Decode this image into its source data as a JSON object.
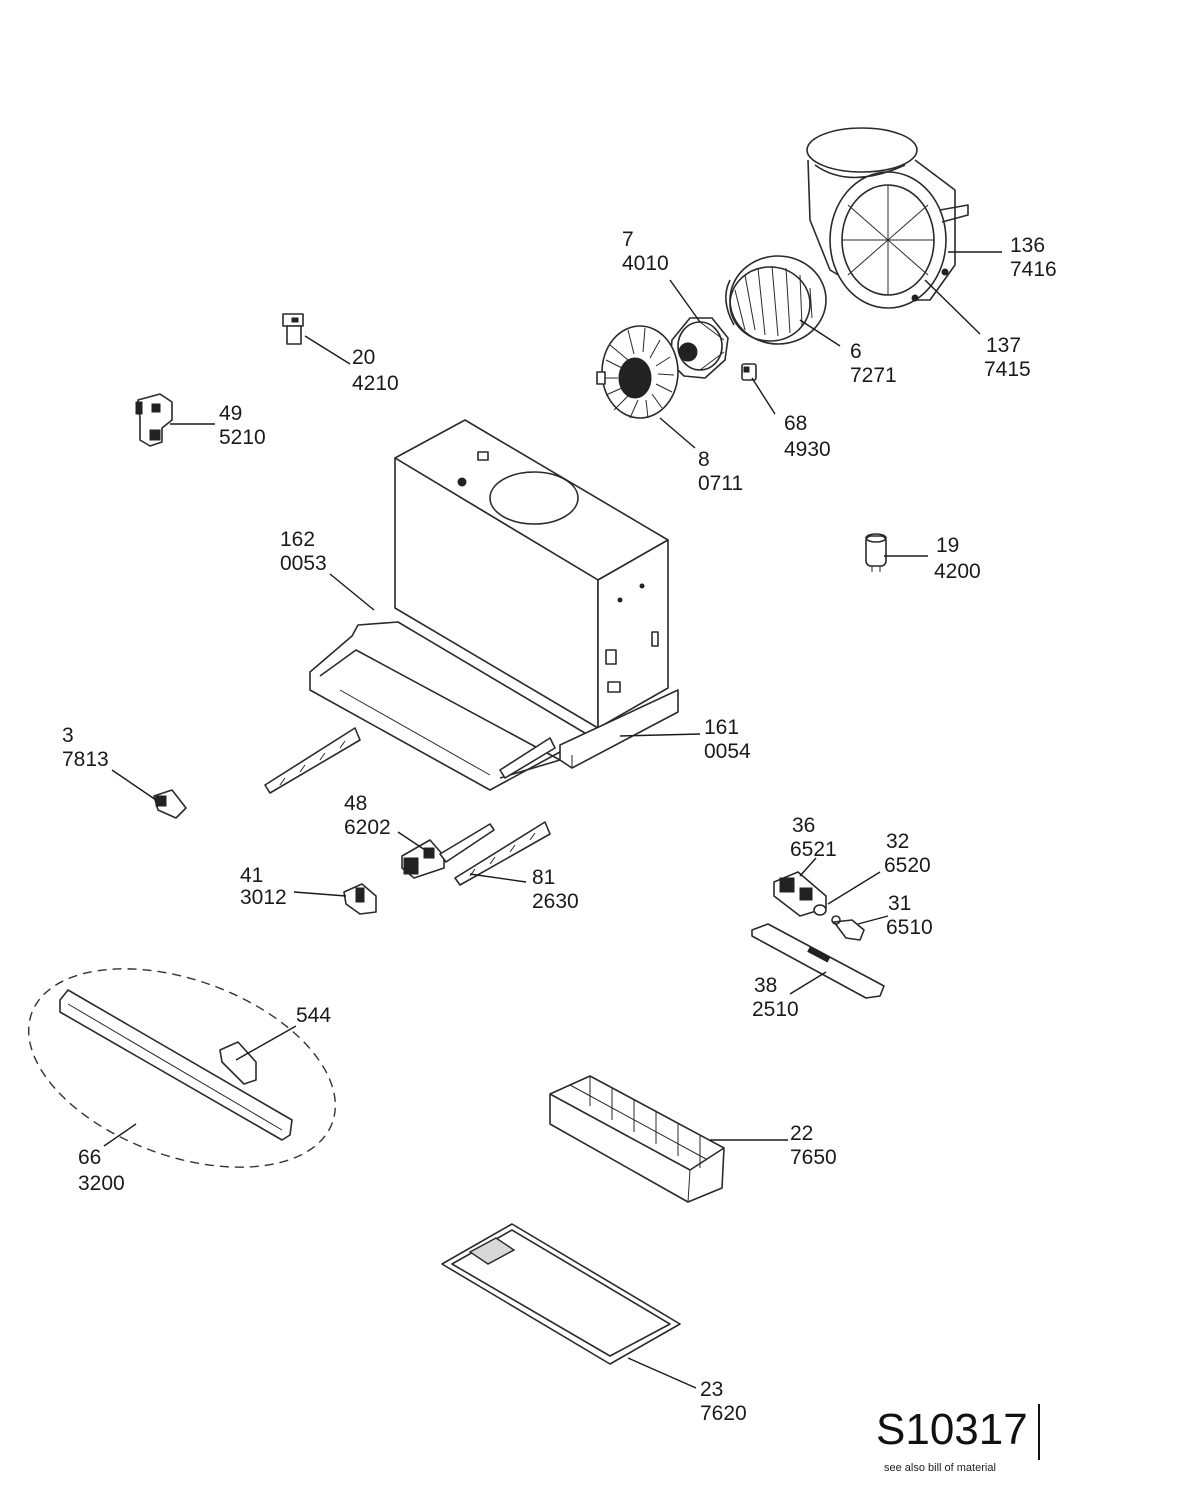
{
  "drawing_code": "S10317",
  "footnote": "see also bill of material",
  "parts": [
    {
      "id": "136",
      "code": "7416"
    },
    {
      "id": "137",
      "code": "7415"
    },
    {
      "id": "7",
      "code": "4010"
    },
    {
      "id": "6",
      "code": "7271"
    },
    {
      "id": "20",
      "code": "4210"
    },
    {
      "id": "49",
      "code": "5210"
    },
    {
      "id": "68",
      "code": "4930"
    },
    {
      "id": "8",
      "code": "0711"
    },
    {
      "id": "162",
      "code": "0053"
    },
    {
      "id": "19",
      "code": "4200"
    },
    {
      "id": "161",
      "code": "0054"
    },
    {
      "id": "3",
      "code": "7813"
    },
    {
      "id": "48",
      "code": "6202"
    },
    {
      "id": "36",
      "code": "6521"
    },
    {
      "id": "32",
      "code": "6520"
    },
    {
      "id": "81",
      "code": "2630"
    },
    {
      "id": "41",
      "code": "3012"
    },
    {
      "id": "31",
      "code": "6510"
    },
    {
      "id": "38",
      "code": "2510"
    },
    {
      "id": "544",
      "code": ""
    },
    {
      "id": "22",
      "code": "7650"
    },
    {
      "id": "66",
      "code": "3200"
    },
    {
      "id": "23",
      "code": "7620"
    }
  ]
}
